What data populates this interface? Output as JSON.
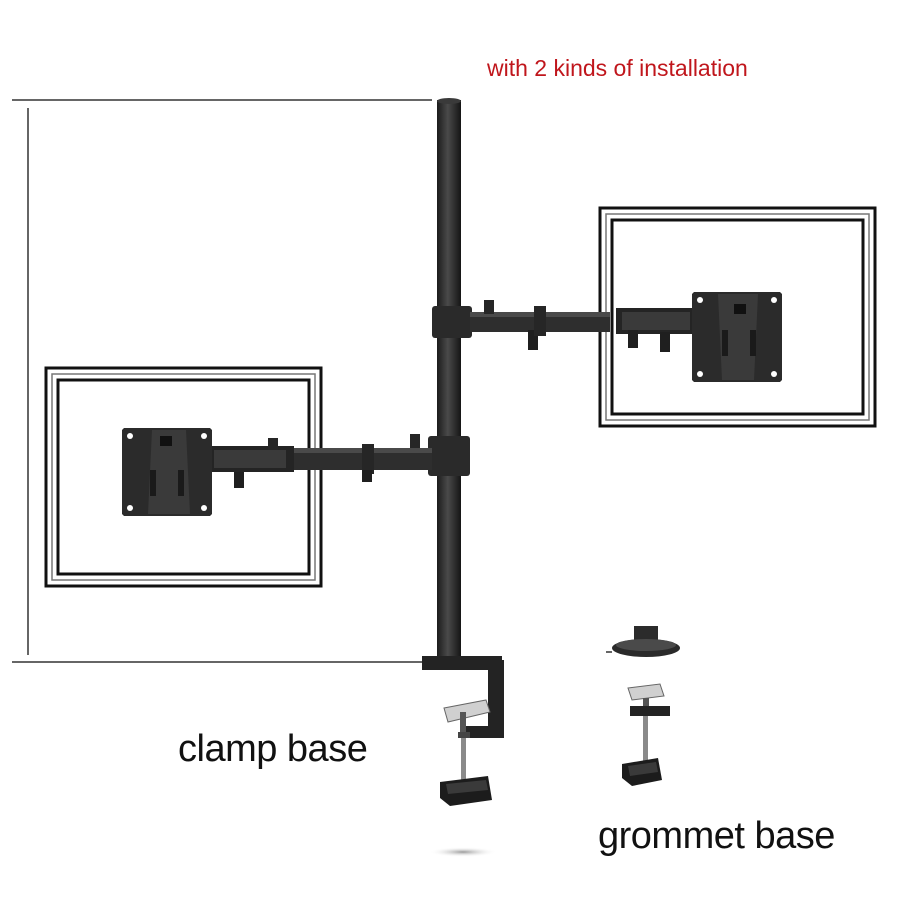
{
  "image": {
    "caption_top": "with 2 kinds of installation",
    "caption_clamp": "clamp base",
    "caption_grommet": "grommet base"
  },
  "colors": {
    "background": "#ffffff",
    "caption_top": "#c0161c",
    "caption_label": "#111111",
    "metal": "#2b2b2b",
    "metal_dark": "#1a1a1a",
    "metal_light": "#4a4a4a",
    "frame": "#111111",
    "guide_line": "#333333",
    "pad": "#d0d0d0"
  },
  "icons": {
    "pole": "vertical-pole",
    "arm": "swivel-arm",
    "plate": "vesa-plate",
    "clamp": "c-clamp",
    "grommet": "grommet-mount"
  }
}
